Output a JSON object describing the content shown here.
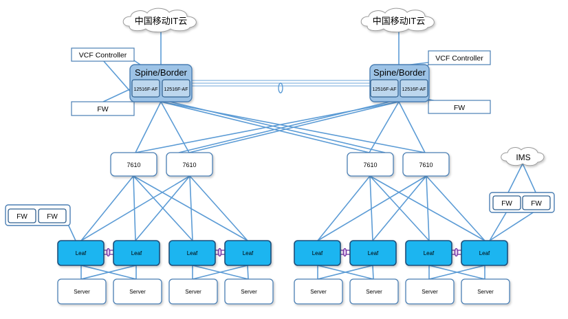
{
  "cloud_label": "中国移动IT云",
  "spine_label": "Spine/Border",
  "linecard_label": "12516F-AF",
  "vcf_label": "VCF Controller",
  "fw_label": "FW",
  "agg_label": "7610",
  "leaf_label": "Leaf",
  "server_label": "Server",
  "ims_label": "IMS",
  "colors": {
    "link": "#5b9bd5",
    "spine_fill": "#9dc3e6",
    "leaf_fill": "#1fb5f0",
    "box_border": "#4a7eb3",
    "peer_link": "#7030a0"
  }
}
